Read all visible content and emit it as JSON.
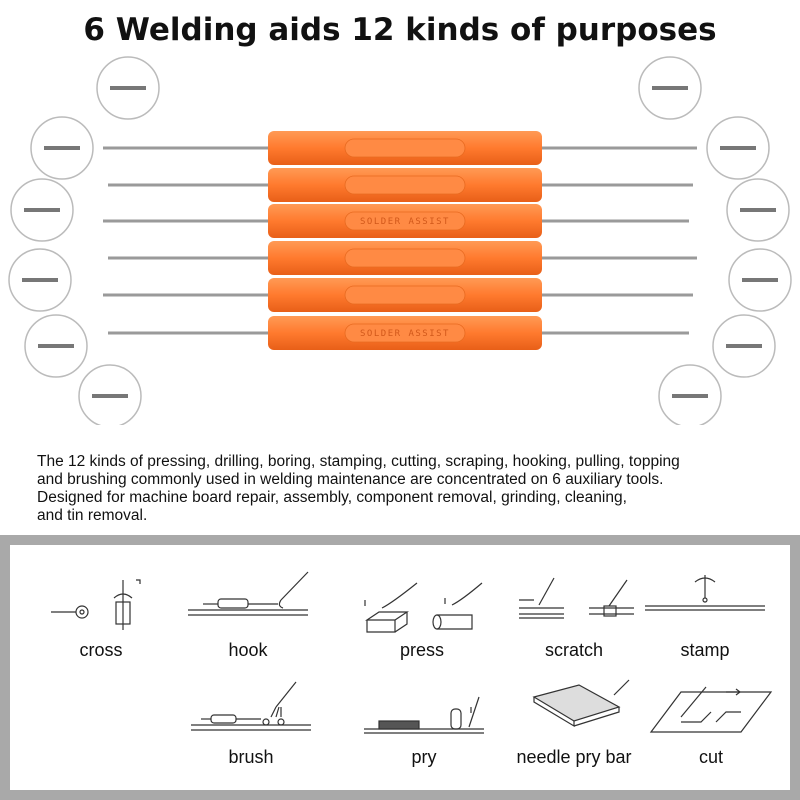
{
  "title": "6 Welding aids 12 kinds of purposes",
  "product": {
    "handle_color": "#ff7a2e",
    "handle_lettering": "SOLDER ASSIST",
    "tool_count": 6
  },
  "description": [
    "The 12 kinds of pressing, drilling, boring, stamping, cutting, scraping, hooking, pulling, topping",
    "and brushing commonly used in welding maintenance are concentrated on 6 auxiliary tools.",
    "Designed for machine board repair, assembly, component removal, grinding, cleaning,",
    "and tin removal."
  ],
  "uses": [
    {
      "label": "cross",
      "icon": "cross-icon"
    },
    {
      "label": "hook",
      "icon": "hook-icon"
    },
    {
      "label": "press",
      "icon": "press-icon"
    },
    {
      "label": "scratch",
      "icon": "scratch-icon"
    },
    {
      "label": "stamp",
      "icon": "stamp-icon"
    },
    {
      "label": "brush",
      "icon": "brush-icon"
    },
    {
      "label": "pry",
      "icon": "pry-icon"
    },
    {
      "label": "needle pry bar",
      "icon": "needle-pry-bar-icon"
    },
    {
      "label": "cut",
      "icon": "cut-icon"
    }
  ]
}
